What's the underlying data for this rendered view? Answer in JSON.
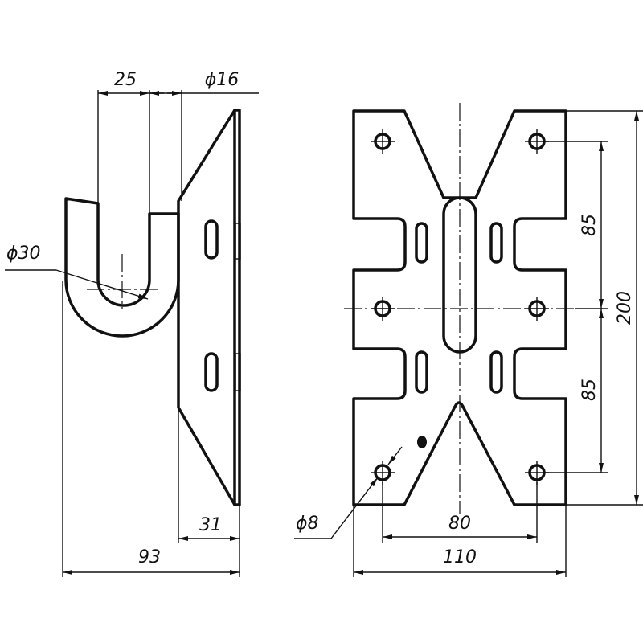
{
  "drawing": {
    "side_view": {
      "dim_gap": "25",
      "dim_rod": "ϕ16",
      "dim_hook": "ϕ30",
      "dim_plate_depth": "31",
      "dim_total_depth": "93"
    },
    "front_view": {
      "dim_hole": "ϕ8",
      "dim_upper_pitch": "85",
      "dim_lower_pitch": "85",
      "dim_height": "200",
      "dim_hole_span": "80",
      "dim_width": "110"
    }
  }
}
